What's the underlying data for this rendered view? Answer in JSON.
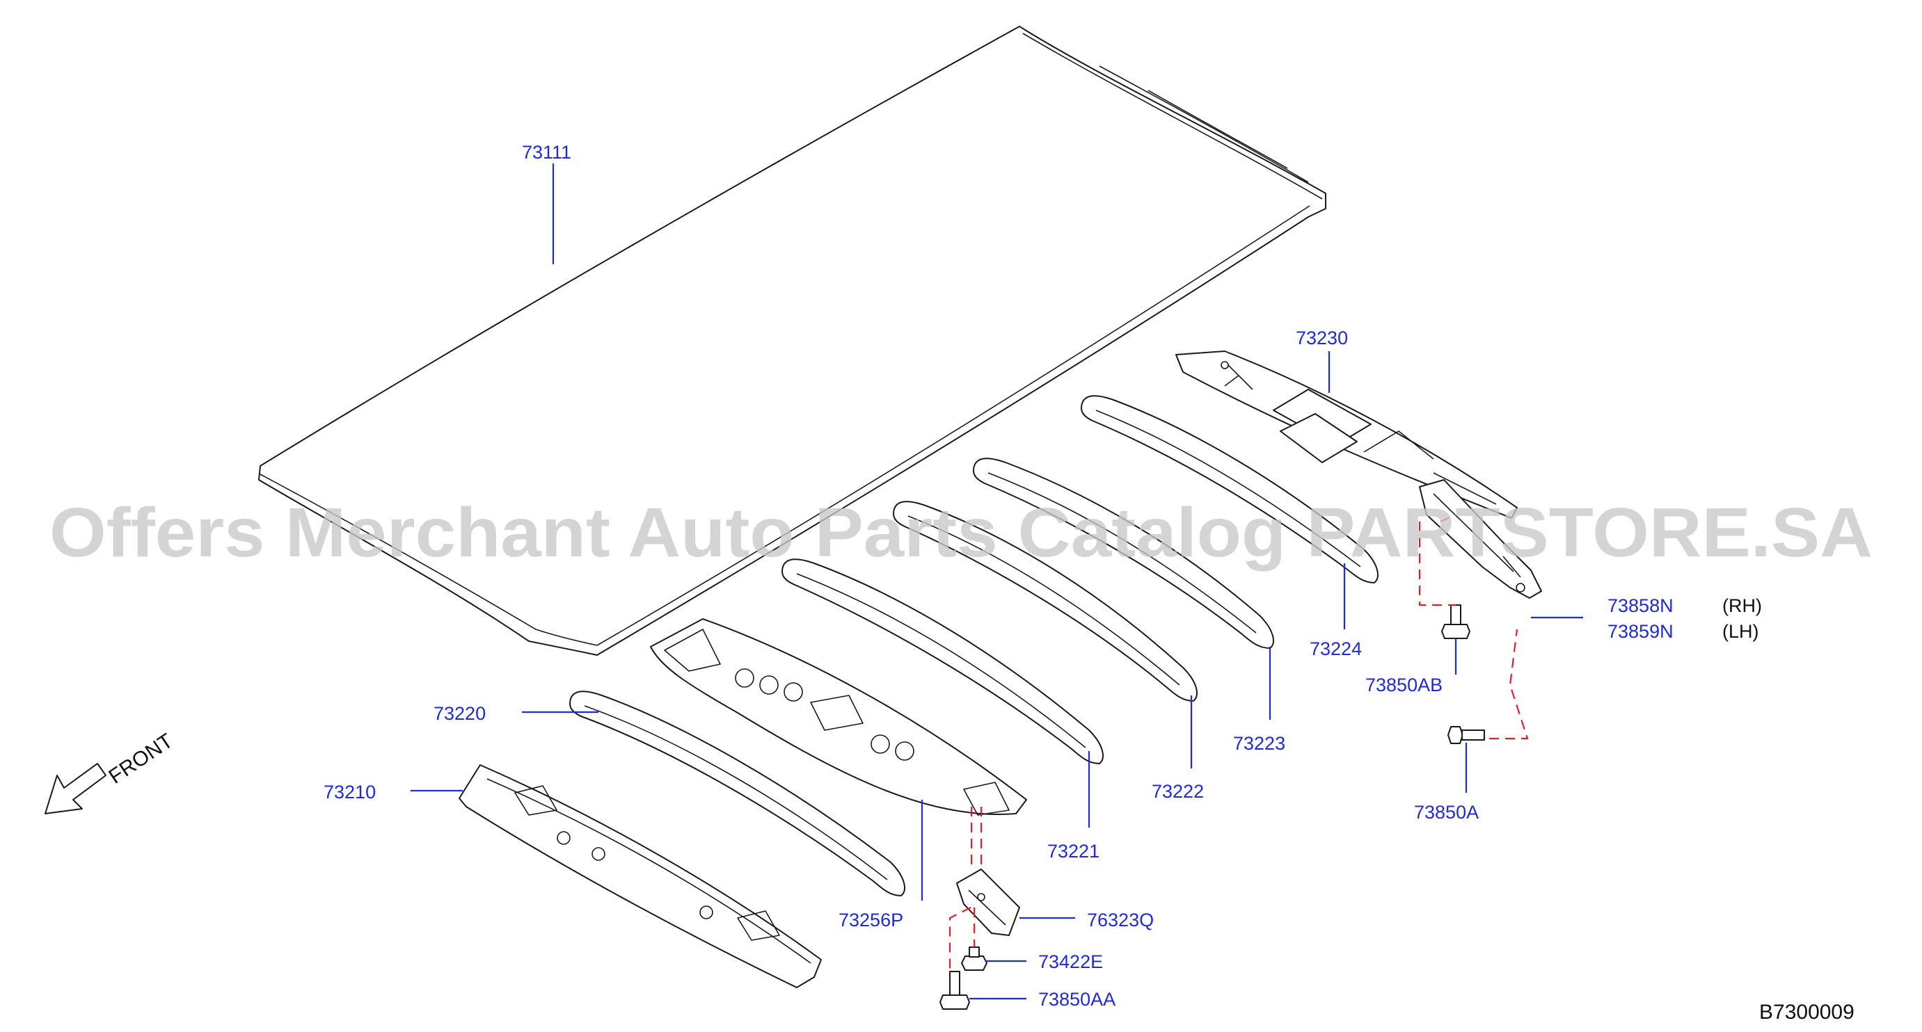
{
  "watermark": "Offers Merchant Auto Parts Catalog PARTSTORE.SA",
  "diagram_code": "B7300009",
  "front_label": "FRONT",
  "colors": {
    "leader": "#1f2ad8",
    "dashed_guide": "#e0202a",
    "outline": "#1a1a1a",
    "watermark": "#c8c8c8"
  },
  "parts": [
    {
      "id": "73111",
      "label": "73111"
    },
    {
      "id": "73230",
      "label": "73230"
    },
    {
      "id": "73224",
      "label": "73224"
    },
    {
      "id": "73223",
      "label": "73223"
    },
    {
      "id": "73222",
      "label": "73222"
    },
    {
      "id": "73221",
      "label": "73221"
    },
    {
      "id": "73220",
      "label": "73220"
    },
    {
      "id": "73210",
      "label": "73210"
    },
    {
      "id": "73256P",
      "label": "73256P"
    },
    {
      "id": "76323Q",
      "label": "76323Q"
    },
    {
      "id": "73422E",
      "label": "73422E"
    },
    {
      "id": "73850AA",
      "label": "73850AA"
    },
    {
      "id": "73850AB",
      "label": "73850AB"
    },
    {
      "id": "73850A",
      "label": "73850A"
    },
    {
      "id": "73858N",
      "label": "73858N",
      "side": "(RH)"
    },
    {
      "id": "73859N",
      "label": "73859N",
      "side": "(LH)"
    }
  ]
}
